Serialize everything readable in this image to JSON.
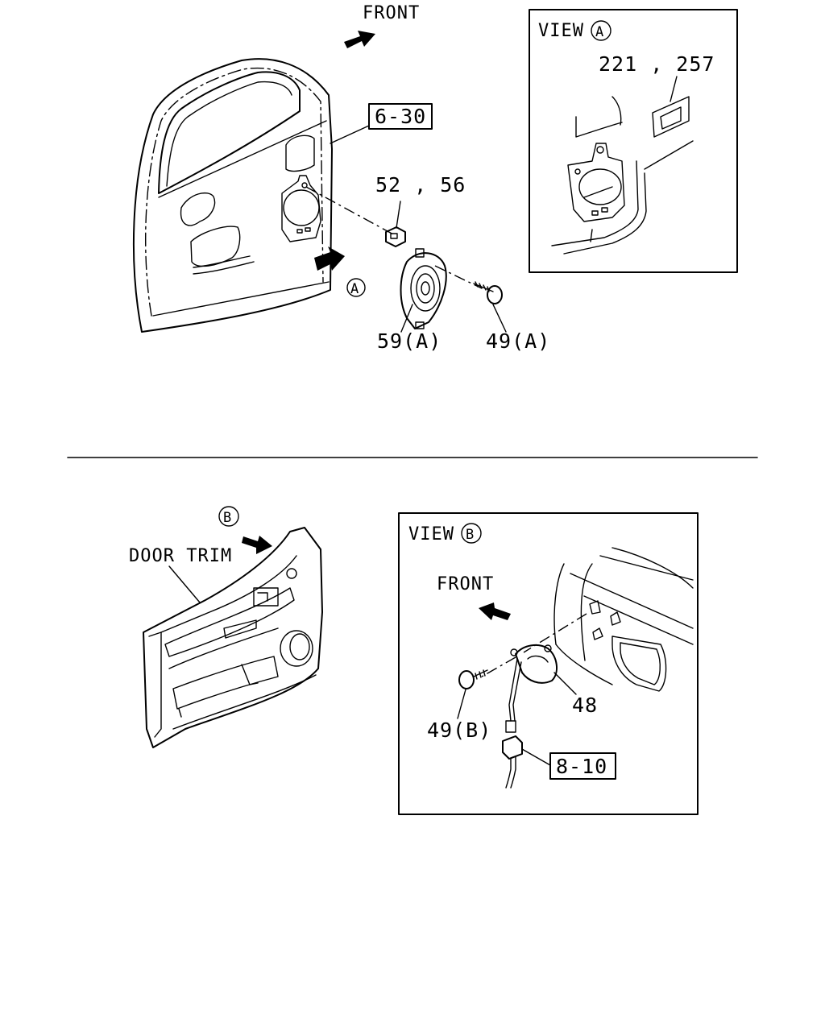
{
  "top": {
    "front_label": "FRONT",
    "box_ref": "6-30",
    "part_5256": "52 , 56",
    "part_59": "59(A)",
    "part_49": "49(A)",
    "view_marker": "A",
    "view_title": "VIEW",
    "view_marker_in_box": "A",
    "view_part": "221 , 257"
  },
  "bottom": {
    "marker": "B",
    "door_trim_label": "DOOR TRIM",
    "view_title": "VIEW",
    "view_marker_in_box": "B",
    "front_label": "FRONT",
    "part_48": "48",
    "part_49": "49(B)",
    "box_ref": "8-10"
  }
}
